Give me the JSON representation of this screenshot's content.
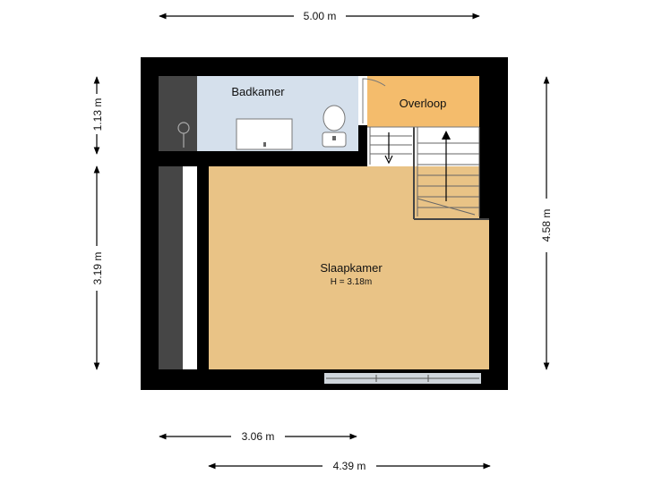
{
  "dimensions": {
    "top_width": "5.00 m",
    "right_height": "4.58 m",
    "left_upper": "1.13 m",
    "left_lower": "3.19 m",
    "bottom_inner": "3.06 m",
    "bottom_outer": "4.39 m"
  },
  "rooms": {
    "bathroom": {
      "name": "Badkamer"
    },
    "landing": {
      "name": "Overloop"
    },
    "bedroom": {
      "name": "Slaapkamer",
      "height": "H = 3.18m"
    }
  },
  "colors": {
    "wall": "#000000",
    "bathroom_fill": "#d5e0ec",
    "landing_fill": "#f4bc6c",
    "bedroom_fill": "#e9c386",
    "dark_fill": "#464646",
    "stairs_fill": "#ffffff",
    "window_fill": "#cfd6dc"
  }
}
